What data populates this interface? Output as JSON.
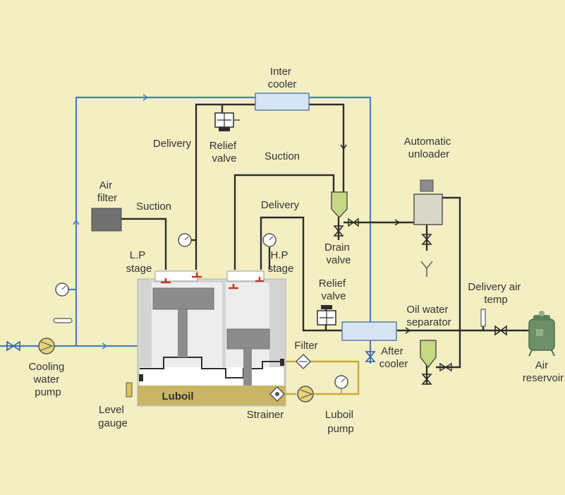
{
  "labels": {
    "inter_cooler": [
      "Inter",
      "cooler"
    ],
    "delivery_lp": [
      "Delivery"
    ],
    "relief_valve_top": [
      "Relief",
      "valve"
    ],
    "suction_top": [
      "Suction"
    ],
    "automatic_unloader": [
      "Automatic",
      "unloader"
    ],
    "air_filter": [
      "Air",
      "filter"
    ],
    "suction_left": [
      "Suction"
    ],
    "delivery_hp": [
      "Delivery"
    ],
    "lp_stage": [
      "L.P",
      "stage"
    ],
    "hp_stage": [
      "H.P",
      "stage"
    ],
    "drain_valve": [
      "Drain",
      "valve"
    ],
    "relief_valve_mid": [
      "Relief",
      "valve"
    ],
    "delivery_air_temp": [
      "Delivery air",
      "temp"
    ],
    "oil_water_separator": [
      "Oil water",
      "separator"
    ],
    "filter": [
      "Filter"
    ],
    "after_cooler": [
      "After",
      "cooler"
    ],
    "air_reservoir": [
      "Air",
      "reservoir"
    ],
    "cooling_water_pump": [
      "Cooling",
      "water",
      "pump"
    ],
    "luboil": [
      "Luboil"
    ],
    "level_gauge": [
      "Level",
      "gauge"
    ],
    "strainer": [
      "Strainer"
    ],
    "luboil_pump": [
      "Luboil",
      "pump"
    ]
  },
  "colors": {
    "background": "#f4efc2",
    "water_line": "#4a7cc9",
    "air_line": "#2d2d2d",
    "oil_line": "#c8a93a",
    "cylinder": "#d4d4d4",
    "piston": "#8c8c8c",
    "sump_oil": "#c9b565",
    "cooler_fill": "#d7e4f3",
    "vessel_fill": "#c7d882",
    "reservoir": "#6f8f6a",
    "relief_red": "#c0392b"
  }
}
